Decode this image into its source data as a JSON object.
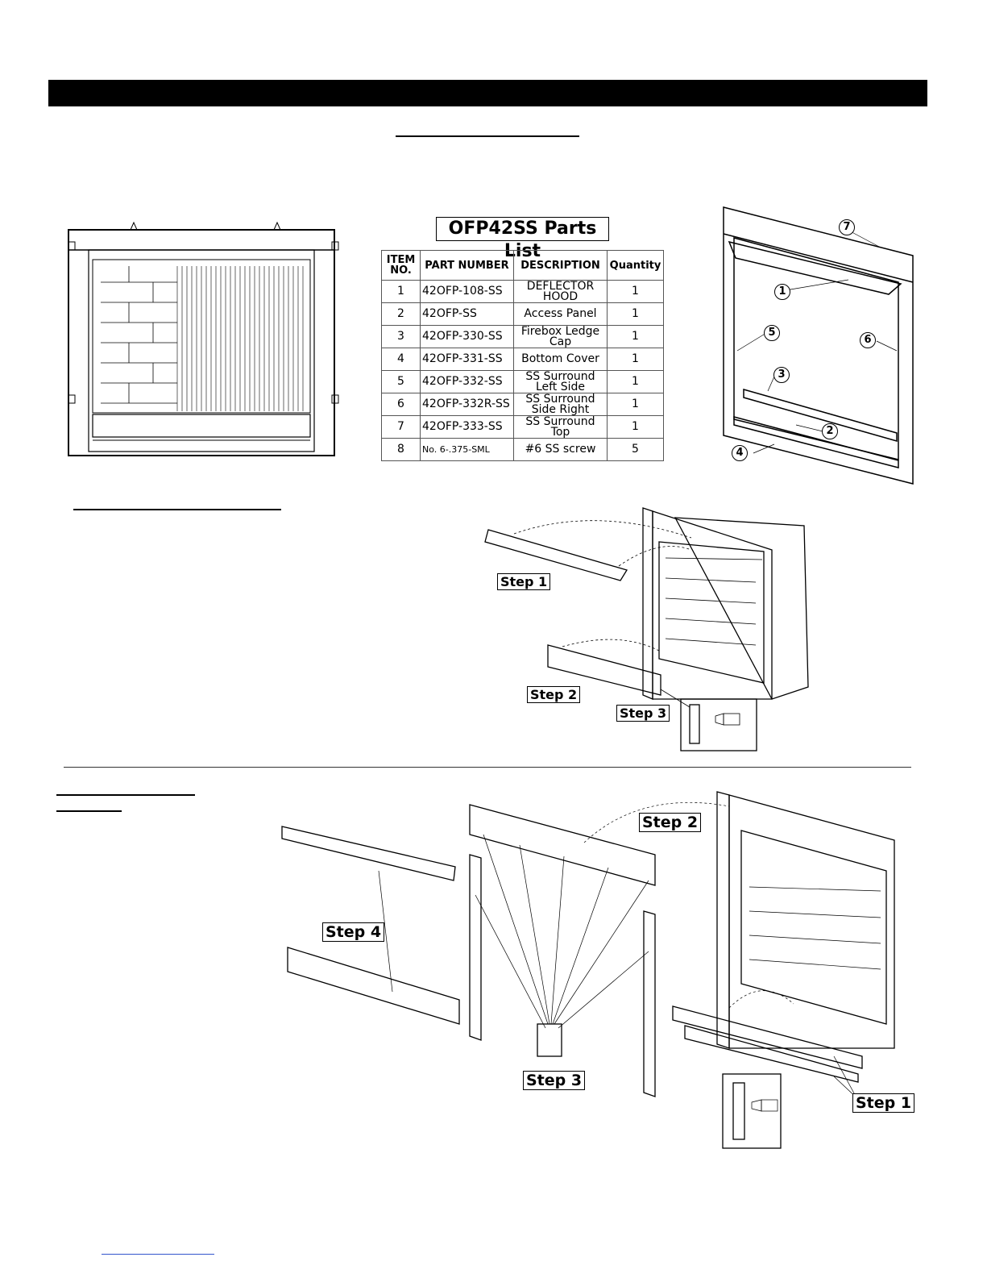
{
  "parts_list": {
    "title": "OFP42SS Parts List",
    "headers": [
      "ITEM NO.",
      "PART NUMBER",
      "DESCRIPTION",
      "Quantity"
    ],
    "rows": [
      {
        "item": "1",
        "part": "42OFP-108-SS",
        "desc": "DEFLECTOR HOOD",
        "qty": "1"
      },
      {
        "item": "2",
        "part": "42OFP-SS",
        "desc": "Access Panel",
        "qty": "1"
      },
      {
        "item": "3",
        "part": "42OFP-330-SS",
        "desc": "Firebox Ledge Cap",
        "qty": "1"
      },
      {
        "item": "4",
        "part": "42OFP-331-SS",
        "desc": "Bottom Cover",
        "qty": "1"
      },
      {
        "item": "5",
        "part": "42OFP-332-SS",
        "desc": "SS Surround Left Side",
        "qty": "1"
      },
      {
        "item": "6",
        "part": "42OFP-332R-SS",
        "desc": "SS Surround Side Right",
        "qty": "1"
      },
      {
        "item": "7",
        "part": "42OFP-333-SS",
        "desc": "SS Surround Top",
        "qty": "1"
      },
      {
        "item": "8",
        "part": "No. 6-.375-SML",
        "desc": "#6 SS screw",
        "qty": "5"
      }
    ]
  },
  "callouts": [
    "1",
    "2",
    "3",
    "4",
    "5",
    "6",
    "7"
  ],
  "removal_steps": [
    "Step 1",
    "Step 2",
    "Step 3"
  ],
  "install_steps": [
    "Step 1",
    "Step 2",
    "Step 3",
    "Step 4"
  ]
}
